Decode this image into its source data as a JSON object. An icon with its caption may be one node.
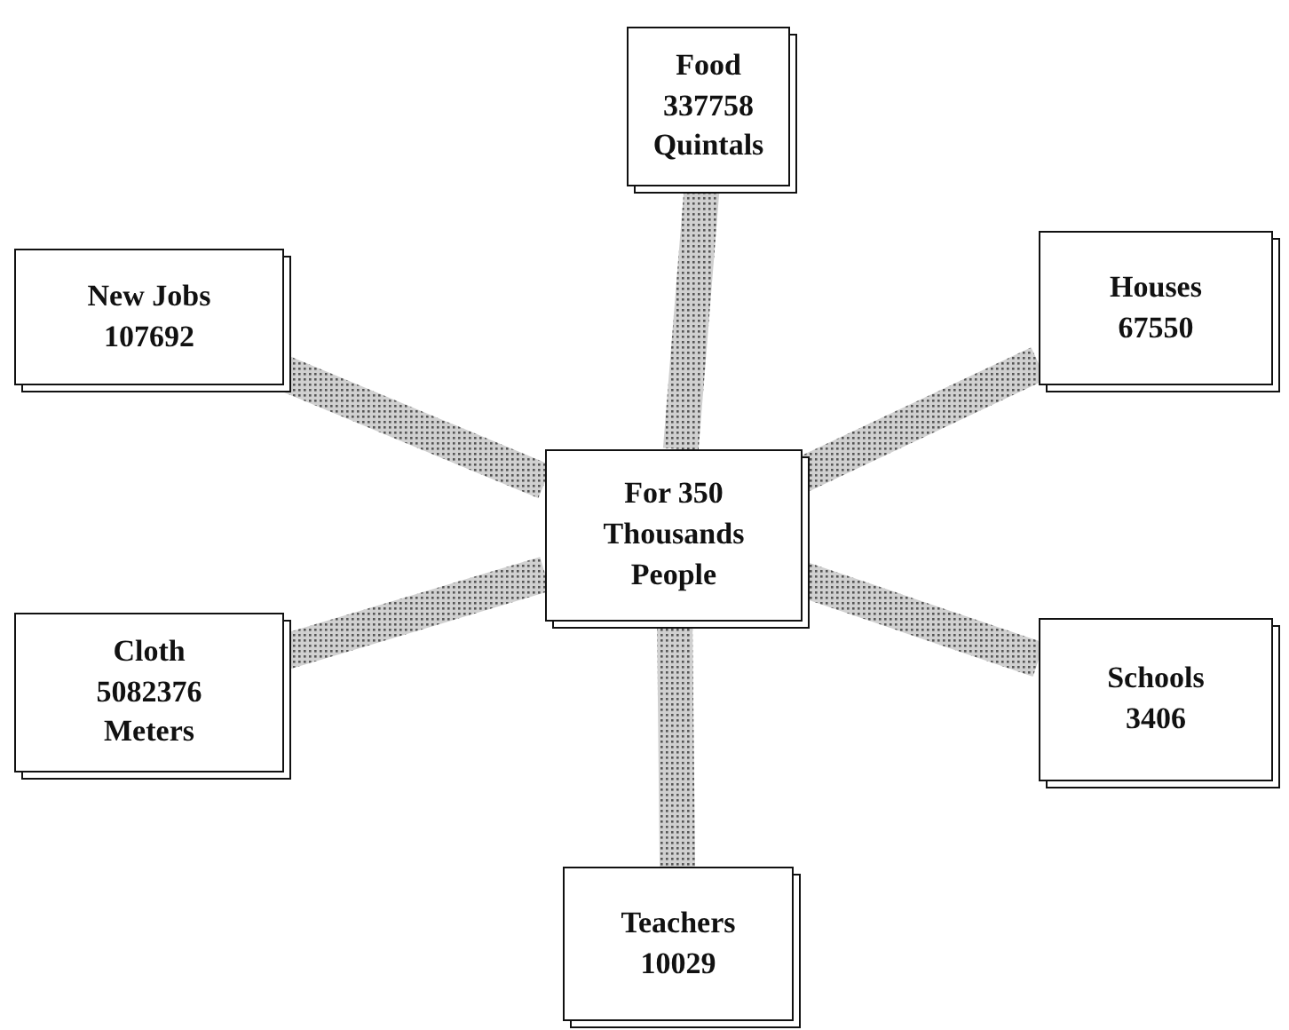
{
  "diagram": {
    "nodes": [
      {
        "text": [
          "Food",
          "337758 Quintals"
        ]
      },
      {
        "text": [
          "New Jobs",
          "107692"
        ]
      },
      {
        "text": [
          "Houses",
          "67550"
        ]
      },
      {
        "text": [
          "For 350 Thousands People"
        ]
      },
      {
        "text": [
          "Cloth",
          "5082376 Meters"
        ]
      },
      {
        "text": [
          "Schools",
          "3406"
        ]
      },
      {
        "text": [
          "Teachers",
          "10029"
        ]
      }
    ],
    "edges": [
      {
        "from": 3,
        "to": 0,
        "arrow": "none",
        "style": "thick"
      },
      {
        "from": 3,
        "to": 1,
        "arrow": "none",
        "style": "thick"
      },
      {
        "from": 3,
        "to": 2,
        "arrow": "none",
        "style": "thick"
      },
      {
        "from": 3,
        "to": 4,
        "arrow": "none",
        "style": "thick"
      },
      {
        "from": 3,
        "to": 5,
        "arrow": "none",
        "style": "thick"
      },
      {
        "from": 3,
        "to": 6,
        "arrow": "none",
        "style": "thick"
      }
    ]
  }
}
